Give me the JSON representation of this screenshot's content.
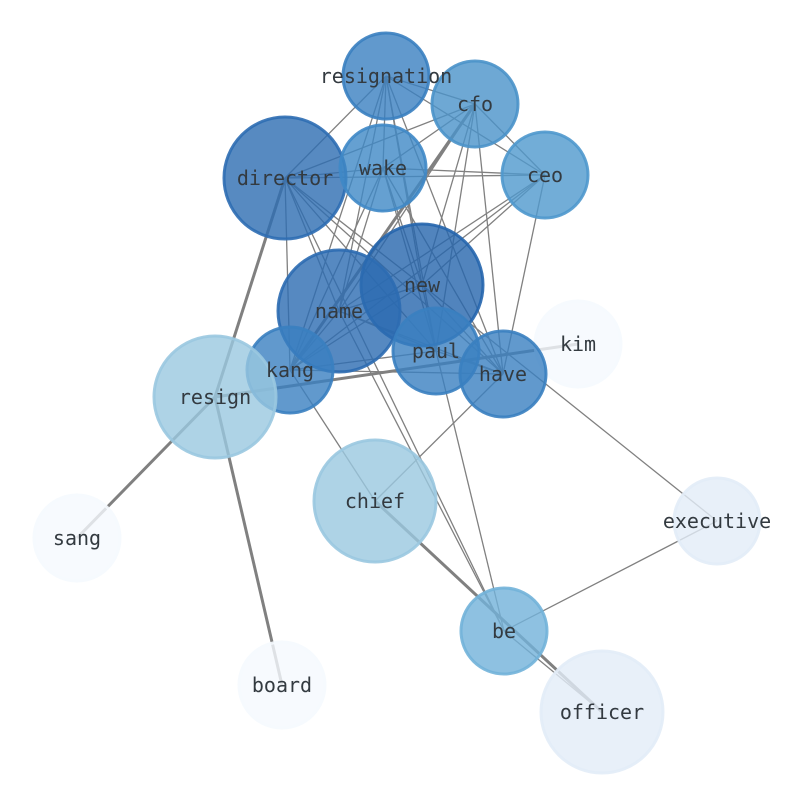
{
  "nodes": [
    {
      "id": "resignation",
      "label": "resignation",
      "fill": "#3a7fc0",
      "stroke": "#3a7fc0",
      "opacity": 0.8
    },
    {
      "id": "cfo",
      "label": "cfo",
      "fill": "#4a92c9",
      "stroke": "#4a92c9",
      "opacity": 0.8
    },
    {
      "id": "director",
      "label": "director",
      "fill": "#2d6db2",
      "stroke": "#2d6db2",
      "opacity": 0.8
    },
    {
      "id": "wake",
      "label": "wake",
      "fill": "#3f88c6",
      "stroke": "#3f88c6",
      "opacity": 0.8
    },
    {
      "id": "ceo",
      "label": "ceo",
      "fill": "#4f98cd",
      "stroke": "#4f98cd",
      "opacity": 0.8
    },
    {
      "id": "new",
      "label": "new",
      "fill": "#2565ad",
      "stroke": "#2565ad",
      "opacity": 0.8
    },
    {
      "id": "name",
      "label": "name",
      "fill": "#2c6cb1",
      "stroke": "#2c6cb1",
      "opacity": 0.8
    },
    {
      "id": "kim",
      "label": "kim",
      "fill": "#f5f9fe",
      "stroke": "#f5f9fe",
      "opacity": 0.8
    },
    {
      "id": "paul",
      "label": "paul",
      "fill": "#3a80c0",
      "stroke": "#3a80c0",
      "opacity": 0.8
    },
    {
      "id": "kang",
      "label": "kang",
      "fill": "#3a80c0",
      "stroke": "#3a80c0",
      "opacity": 0.8
    },
    {
      "id": "have",
      "label": "have",
      "fill": "#3a80c0",
      "stroke": "#3a80c0",
      "opacity": 0.8
    },
    {
      "id": "resign",
      "label": "resign",
      "fill": "#9ac8e0",
      "stroke": "#9ac8e0",
      "opacity": 0.8
    },
    {
      "id": "chief",
      "label": "chief",
      "fill": "#9ac8e0",
      "stroke": "#9ac8e0",
      "opacity": 0.8
    },
    {
      "id": "executive",
      "label": "executive",
      "fill": "#e2ecf7",
      "stroke": "#e2ecf7",
      "opacity": 0.8
    },
    {
      "id": "sang",
      "label": "sang",
      "fill": "#f5f9fe",
      "stroke": "#f5f9fe",
      "opacity": 0.8
    },
    {
      "id": "be",
      "label": "be",
      "fill": "#72b2d9",
      "stroke": "#72b2d9",
      "opacity": 0.8
    },
    {
      "id": "board",
      "label": "board",
      "fill": "#f5f9fe",
      "stroke": "#f5f9fe",
      "opacity": 0.8
    },
    {
      "id": "officer",
      "label": "officer",
      "fill": "#e2ecf7",
      "stroke": "#e2ecf7",
      "opacity": 0.8
    }
  ],
  "edges": [
    {
      "source": "resignation",
      "target": "director",
      "weight": 1
    },
    {
      "source": "resignation",
      "target": "wake",
      "weight": 1
    },
    {
      "source": "resignation",
      "target": "cfo",
      "weight": 1
    },
    {
      "source": "resignation",
      "target": "ceo",
      "weight": 1
    },
    {
      "source": "resignation",
      "target": "name",
      "weight": 1
    },
    {
      "source": "resignation",
      "target": "new",
      "weight": 1
    },
    {
      "source": "resignation",
      "target": "paul",
      "weight": 1
    },
    {
      "source": "resignation",
      "target": "kang",
      "weight": 1
    },
    {
      "source": "resignation",
      "target": "have",
      "weight": 1
    },
    {
      "source": "cfo",
      "target": "director",
      "weight": 1
    },
    {
      "source": "cfo",
      "target": "wake",
      "weight": 1
    },
    {
      "source": "cfo",
      "target": "ceo",
      "weight": 1
    },
    {
      "source": "cfo",
      "target": "name",
      "weight": 1
    },
    {
      "source": "cfo",
      "target": "new",
      "weight": 1
    },
    {
      "source": "cfo",
      "target": "paul",
      "weight": 1
    },
    {
      "source": "cfo",
      "target": "kang",
      "weight": 2
    },
    {
      "source": "cfo",
      "target": "have",
      "weight": 1
    },
    {
      "source": "director",
      "target": "wake",
      "weight": 1
    },
    {
      "source": "director",
      "target": "ceo",
      "weight": 1
    },
    {
      "source": "director",
      "target": "name",
      "weight": 1
    },
    {
      "source": "director",
      "target": "new",
      "weight": 1
    },
    {
      "source": "director",
      "target": "paul",
      "weight": 1
    },
    {
      "source": "director",
      "target": "kang",
      "weight": 1
    },
    {
      "source": "director",
      "target": "have",
      "weight": 1
    },
    {
      "source": "director",
      "target": "resign",
      "weight": 2
    },
    {
      "source": "director",
      "target": "be",
      "weight": 1
    },
    {
      "source": "wake",
      "target": "ceo",
      "weight": 1
    },
    {
      "source": "wake",
      "target": "name",
      "weight": 1
    },
    {
      "source": "wake",
      "target": "new",
      "weight": 1
    },
    {
      "source": "wake",
      "target": "paul",
      "weight": 1
    },
    {
      "source": "wake",
      "target": "kang",
      "weight": 1
    },
    {
      "source": "wake",
      "target": "have",
      "weight": 1
    },
    {
      "source": "ceo",
      "target": "name",
      "weight": 1
    },
    {
      "source": "ceo",
      "target": "new",
      "weight": 1
    },
    {
      "source": "ceo",
      "target": "kang",
      "weight": 1
    },
    {
      "source": "ceo",
      "target": "have",
      "weight": 1
    },
    {
      "source": "name",
      "target": "new",
      "weight": 1
    },
    {
      "source": "name",
      "target": "paul",
      "weight": 1
    },
    {
      "source": "name",
      "target": "kang",
      "weight": 1
    },
    {
      "source": "name",
      "target": "have",
      "weight": 1
    },
    {
      "source": "name",
      "target": "be",
      "weight": 1
    },
    {
      "source": "new",
      "target": "paul",
      "weight": 1
    },
    {
      "source": "new",
      "target": "kang",
      "weight": 1
    },
    {
      "source": "new",
      "target": "have",
      "weight": 1
    },
    {
      "source": "new",
      "target": "executive",
      "weight": 1
    },
    {
      "source": "paul",
      "target": "kang",
      "weight": 1
    },
    {
      "source": "paul",
      "target": "have",
      "weight": 1
    },
    {
      "source": "paul",
      "target": "be",
      "weight": 1
    },
    {
      "source": "kang",
      "target": "have",
      "weight": 1
    },
    {
      "source": "kang",
      "target": "chief",
      "weight": 1
    },
    {
      "source": "kim",
      "target": "resign",
      "weight": 2
    },
    {
      "source": "have",
      "target": "chief",
      "weight": 1
    },
    {
      "source": "resign",
      "target": "sang",
      "weight": 2
    },
    {
      "source": "resign",
      "target": "board",
      "weight": 2
    },
    {
      "source": "chief",
      "target": "officer",
      "weight": 2
    },
    {
      "source": "be",
      "target": "executive",
      "weight": 1
    },
    {
      "source": "be",
      "target": "officer",
      "weight": 1
    }
  ]
}
